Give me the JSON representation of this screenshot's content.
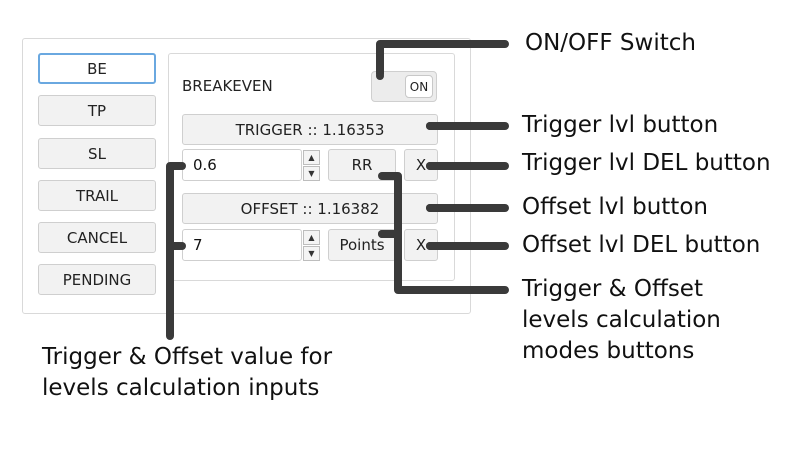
{
  "sidebar": {
    "items": [
      {
        "label": "BE",
        "active": true
      },
      {
        "label": "TP"
      },
      {
        "label": "SL"
      },
      {
        "label": "TRAIL"
      },
      {
        "label": "CANCEL"
      },
      {
        "label": "PENDING"
      }
    ]
  },
  "breakeven": {
    "title": "BREAKEVEN",
    "switch_label": "ON",
    "trigger_button": "TRIGGER :: 1.16353",
    "trigger_value": "0.6",
    "trigger_mode": "RR",
    "trigger_del": "X",
    "offset_button": "OFFSET :: 1.16382",
    "offset_value": "7",
    "offset_mode": "Points",
    "offset_del": "X",
    "spin_up": "▲",
    "spin_down": "▼"
  },
  "callouts": {
    "switch": "ON/OFF Switch",
    "trigger_btn": "Trigger lvl button",
    "trigger_del": "Trigger lvl DEL button",
    "offset_btn": "Offset lvl button",
    "offset_del": "Offset lvl DEL button",
    "modes_line1": "Trigger & Offset",
    "modes_line2": "levels calculation",
    "modes_line3": "modes buttons",
    "inputs_line1": "Trigger & Offset value for",
    "inputs_line2": "levels calculation inputs"
  },
  "colors": {
    "callout_line": "#3a3a3a",
    "active_border": "#6aa8e0",
    "button_bg": "#f2f2f2"
  }
}
